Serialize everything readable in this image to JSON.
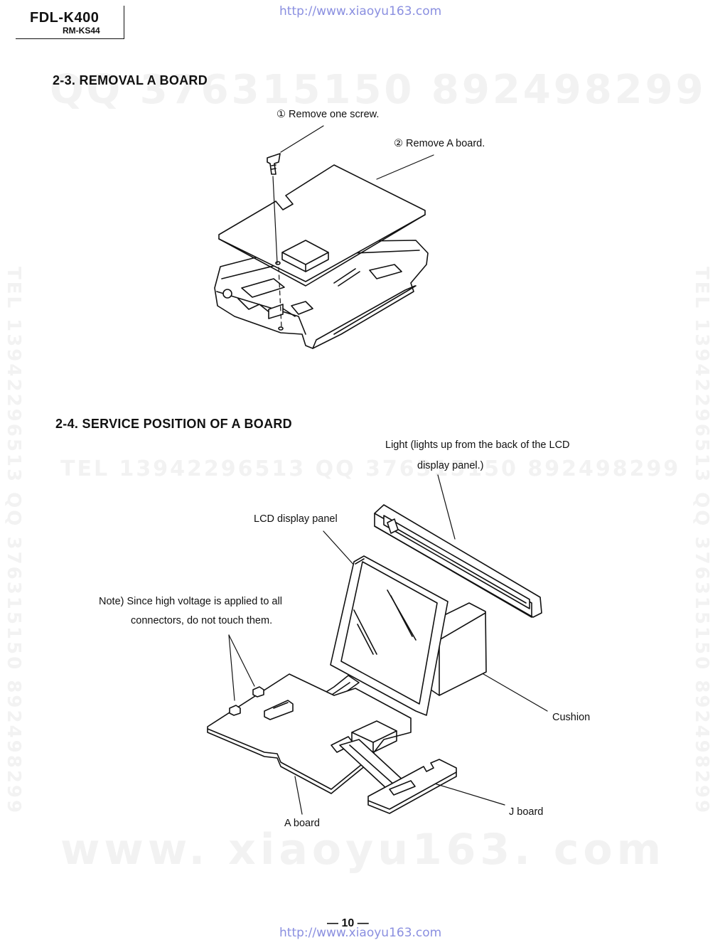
{
  "header": {
    "model": "FDL-K400",
    "submodel": "RM-KS44",
    "source_url": "http://www.xiaoyu163.com"
  },
  "watermarks": {
    "qq_line": "QQ 376315150   892498299",
    "tel_line": "TEL 13942296513       QQ 376315150  892498299",
    "vertical": "TEL 13942296513  QQ 376315150 892498299",
    "website": "www. xiaoyu163. com"
  },
  "section_removal": {
    "heading": "2-3. REMOVAL A BOARD",
    "step1": "①  Remove one screw.",
    "step2": "②  Remove A board."
  },
  "section_service": {
    "heading": "2-4. SERVICE POSITION OF A BOARD",
    "light_line1": "Light (lights up from the back of the LCD",
    "light_line2": "display panel.)",
    "lcd_label": "LCD display panel",
    "note_line1": "Note) Since high voltage is applied to all",
    "note_line2": "connectors, do not touch them.",
    "cushion_label": "Cushion",
    "a_board_label": "A board",
    "j_board_label": "J board"
  },
  "footer": {
    "page_number": "— 10 —",
    "source_url": "http://www.xiaoyu163.com"
  }
}
